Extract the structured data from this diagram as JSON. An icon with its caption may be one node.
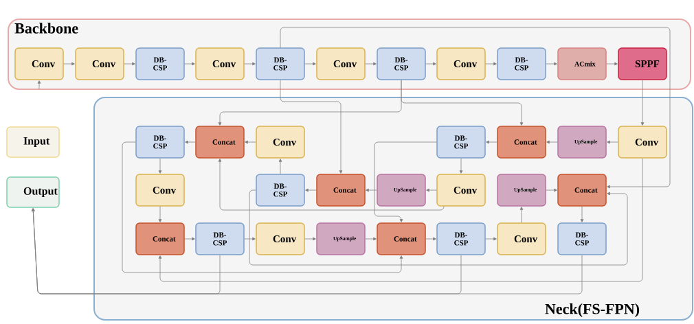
{
  "diagram": {
    "nodes": [
      {
        "text": [
          "Backbone"
        ]
      },
      {
        "text": [
          "Neck(FS-FPN)"
        ]
      },
      {
        "text": [
          "Conv"
        ],
        "in": 0
      },
      {
        "text": [
          "Conv"
        ],
        "in": 0
      },
      {
        "text": [
          "DB- CSP"
        ],
        "in": 0
      },
      {
        "text": [
          "Conv"
        ],
        "in": 0
      },
      {
        "text": [
          "DB- CSP"
        ],
        "in": 0
      },
      {
        "text": [
          "Conv"
        ],
        "in": 0
      },
      {
        "text": [
          "DB- CSP"
        ],
        "in": 0
      },
      {
        "text": [
          "Conv"
        ],
        "in": 0
      },
      {
        "text": [
          "DB- CSP"
        ],
        "in": 0
      },
      {
        "text": [
          "ACmix"
        ],
        "in": 0
      },
      {
        "text": [
          "SPPF"
        ],
        "in": 0
      },
      {
        "text": [
          "Input"
        ]
      },
      {
        "text": [
          "Output"
        ]
      },
      {
        "text": [
          "DB- CSP"
        ],
        "in": 1
      },
      {
        "text": [
          "Concat"
        ],
        "in": 1
      },
      {
        "text": [
          "Conv"
        ],
        "in": 1
      },
      {
        "text": [
          "DB- CSP"
        ],
        "in": 1
      },
      {
        "text": [
          "Concat"
        ],
        "in": 1
      },
      {
        "text": [
          "UpSample"
        ],
        "in": 1
      },
      {
        "text": [
          "Conv"
        ],
        "in": 1
      },
      {
        "text": [
          "Conv"
        ],
        "in": 1
      },
      {
        "text": [
          "DB- CSP"
        ],
        "in": 1
      },
      {
        "text": [
          "Concat"
        ],
        "in": 1
      },
      {
        "text": [
          "UpSample"
        ],
        "in": 1
      },
      {
        "text": [
          "Conv"
        ],
        "in": 1
      },
      {
        "text": [
          "UpSample"
        ],
        "in": 1
      },
      {
        "text": [
          "Concat"
        ],
        "in": 1
      },
      {
        "text": [
          "Concat"
        ],
        "in": 1
      },
      {
        "text": [
          "DB- CSP"
        ],
        "in": 1
      },
      {
        "text": [
          "Conv"
        ],
        "in": 1
      },
      {
        "text": [
          "UpSample"
        ],
        "in": 1
      },
      {
        "text": [
          "Concat"
        ],
        "in": 1
      },
      {
        "text": [
          "DB- CSP"
        ],
        "in": 1
      },
      {
        "text": [
          "Conv"
        ],
        "in": 1
      },
      {
        "text": [
          "DB- CSP"
        ],
        "in": 1
      }
    ],
    "edges": [
      {
        "from": 2,
        "to": 3,
        "arrow": "to"
      },
      {
        "from": 3,
        "to": 4,
        "arrow": "to"
      },
      {
        "from": 4,
        "to": 5,
        "arrow": "to"
      },
      {
        "from": 5,
        "to": 6,
        "arrow": "to"
      },
      {
        "from": 6,
        "to": 7,
        "arrow": "to"
      },
      {
        "from": 7,
        "to": 8,
        "arrow": "to"
      },
      {
        "from": 8,
        "to": 9,
        "arrow": "to"
      },
      {
        "from": 9,
        "to": 10,
        "arrow": "to"
      },
      {
        "from": 10,
        "to": 11,
        "arrow": "to"
      },
      {
        "from": 11,
        "to": 12,
        "arrow": "to"
      },
      {
        "from": null,
        "to": 2,
        "arrow": "to"
      },
      {
        "from": 12,
        "to": 21,
        "arrow": "to"
      },
      {
        "from": 21,
        "to": 20,
        "arrow": "to"
      },
      {
        "from": 20,
        "to": 19,
        "arrow": "to"
      },
      {
        "from": 19,
        "to": 18,
        "arrow": "to"
      },
      {
        "from": 18,
        "to": 26,
        "arrow": "to"
      },
      {
        "from": 26,
        "to": 25,
        "arrow": "to"
      },
      {
        "from": 25,
        "to": 24,
        "arrow": "to"
      },
      {
        "from": 24,
        "to": 23,
        "arrow": "to"
      },
      {
        "from": 23,
        "to": 17,
        "arrow": "to"
      },
      {
        "from": 17,
        "to": 16,
        "arrow": "to"
      },
      {
        "from": 16,
        "to": 15,
        "arrow": "to"
      },
      {
        "from": 15,
        "to": 22,
        "arrow": "to"
      },
      {
        "from": 22,
        "to": 29,
        "arrow": "to"
      },
      {
        "from": 29,
        "to": 30,
        "arrow": "to"
      },
      {
        "from": 30,
        "to": 31,
        "arrow": "to"
      },
      {
        "from": 31,
        "to": 32,
        "arrow": "to"
      },
      {
        "from": 32,
        "to": 33,
        "arrow": "to"
      },
      {
        "from": 33,
        "to": 34,
        "arrow": "to"
      },
      {
        "from": 34,
        "to": 35,
        "arrow": "to"
      },
      {
        "from": 35,
        "to": 27,
        "arrow": "to"
      },
      {
        "from": 27,
        "to": 28,
        "arrow": "to"
      },
      {
        "from": 28,
        "to": 36,
        "arrow": "to"
      },
      {
        "from": 6,
        "to": 28,
        "arrow": "to"
      },
      {
        "from": 6,
        "to": 24,
        "arrow": "to"
      },
      {
        "from": 8,
        "to": 16,
        "arrow": "to"
      },
      {
        "from": 8,
        "to": 19,
        "arrow": "to"
      },
      {
        "from": 26,
        "to": 16,
        "arrow": "to"
      },
      {
        "from": 18,
        "to": 33,
        "arrow": "to"
      },
      {
        "from": 21,
        "to": 29,
        "arrow": "to"
      },
      {
        "from": 15,
        "to": 33,
        "arrow": "to"
      },
      {
        "from": 23,
        "to": 28,
        "arrow": "to"
      },
      {
        "from": 30,
        "to": 14,
        "arrow": "to"
      },
      {
        "from": 34,
        "to": 14,
        "arrow": "to"
      },
      {
        "from": 36,
        "to": 14,
        "arrow": "to"
      }
    ]
  }
}
